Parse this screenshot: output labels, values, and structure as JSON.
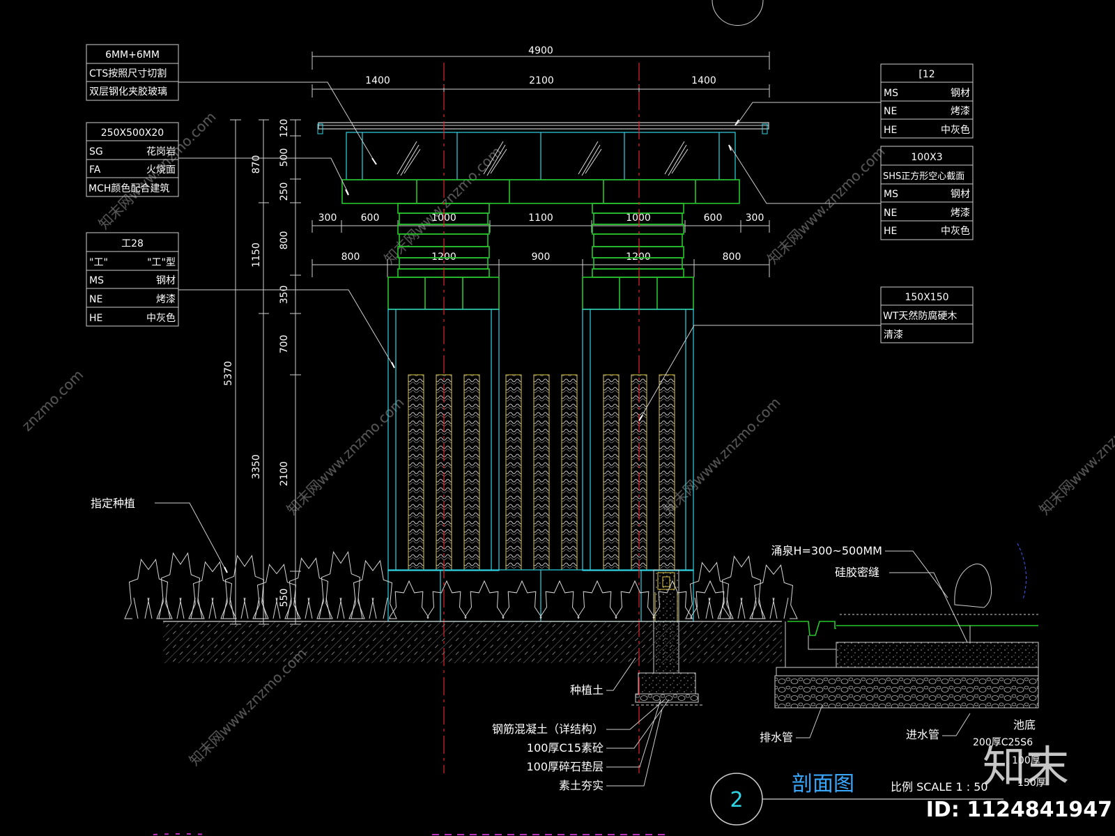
{
  "title": {
    "number": "2",
    "text": "剖面图",
    "scale": "比例 SCALE 1 : 50"
  },
  "watermark": {
    "brand": "知末",
    "id": "ID: 1124841947",
    "site": "znzmo.com",
    "site_cn": "知末网www.znzmo.com"
  },
  "dims_top": {
    "total": "4900",
    "seg": [
      "1400",
      "2100",
      "1400"
    ]
  },
  "dims_row1": [
    "300",
    "600",
    "1000",
    "1100",
    "1000",
    "600",
    "300"
  ],
  "dims_row2": [
    "800",
    "1200",
    "900",
    "1200",
    "800"
  ],
  "dims_left_outer": [
    "5370"
  ],
  "dims_left_mid": [
    "870",
    "1150",
    "3350"
  ],
  "dims_left_inner": [
    "120",
    "500",
    "250",
    "800",
    "350",
    "700",
    "2100",
    "550"
  ],
  "tables": {
    "glass": [
      "6MM+6MM",
      "CTS按照尺寸切割",
      "双层钢化夹胶玻璃"
    ],
    "granite": [
      [
        "250X500X20",
        ""
      ],
      [
        "SG",
        "花岗岩"
      ],
      [
        "FA",
        "火烧面"
      ],
      [
        "MCH颜色配合建筑",
        ""
      ]
    ],
    "ibeam": [
      [
        "工28",
        ""
      ],
      [
        "\"工\"",
        "\"工\"型"
      ],
      [
        "MS",
        "钢材"
      ],
      [
        "NE",
        "烤漆"
      ],
      [
        "HE",
        "中灰色"
      ]
    ],
    "channel": [
      [
        "[12",
        ""
      ],
      [
        "MS",
        "钢材"
      ],
      [
        "NE",
        "烤漆"
      ],
      [
        "HE",
        "中灰色"
      ]
    ],
    "shs": [
      [
        "100X3",
        ""
      ],
      [
        "SHS正方形空心截面",
        ""
      ],
      [
        "MS",
        "钢材"
      ],
      [
        "NE",
        "烤漆"
      ],
      [
        "HE",
        "中灰色"
      ]
    ],
    "wood": [
      [
        "150X150",
        ""
      ],
      [
        "WT天然防腐硬木",
        ""
      ],
      [
        "清漆",
        ""
      ]
    ]
  },
  "labels": {
    "planting": "指定种植",
    "soil": "种植土",
    "rc": "钢筋混凝土（详结构）",
    "c15": "100厚C15素砼",
    "gravel": "100厚碎石垫层",
    "compact": "素土夯实",
    "fountain": "涌泉H=300~500MM",
    "sealant": "硅胶密缝",
    "drain": "排水管",
    "inlet": "进水管",
    "pool": "池底",
    "c25": "200厚C25S6",
    "frag1": "100厚",
    "frag2": "150厚"
  },
  "colors": {
    "background": "#000000",
    "cad_cyan": "#2fd6e6",
    "cad_green": "#27c72b",
    "center_red": "#e0262e",
    "title_cyan": "#3aa7ff",
    "magenta": "#c030c0"
  }
}
